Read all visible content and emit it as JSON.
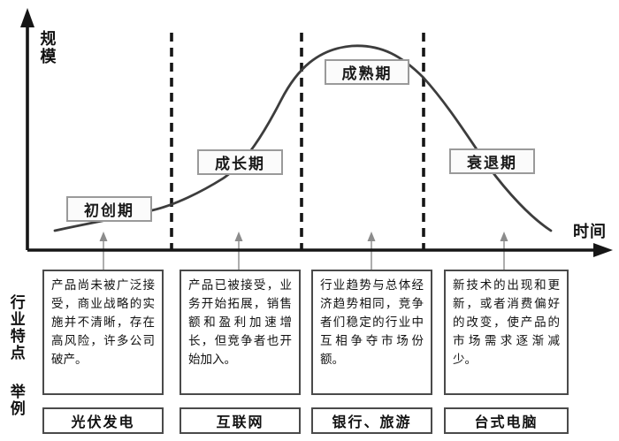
{
  "diagram": {
    "title": "industry-life-cycle-curve",
    "y_axis_label": "规模",
    "x_axis_label": "时间",
    "row_labels": {
      "features": "行业特点",
      "examples": "举例"
    },
    "stages": [
      {
        "label": "初创期",
        "feature": "产品尚未被广泛接受，商业战略的实施并不清晰，存在高风险，许多公司破产。",
        "example": "光伏发电"
      },
      {
        "label": "成长期",
        "feature": "产品已被接受，业务开始拓展，销售额和盈利加速增长，但竞争者也开始加入。",
        "example": "互联网"
      },
      {
        "label": "成熟期",
        "feature": "行业趋势与总体经济趋势相同，竞争者们稳定的行业中互相争夺市场份额。",
        "example": "银行、旅游"
      },
      {
        "label": "衰退期",
        "feature": "新技术的出现和更新，或者消费偏好的改变，使产品的市场需求逐渐减少。",
        "example": "台式电脑"
      }
    ],
    "colors": {
      "axis": "#161616",
      "divider": "#161616",
      "curve": "#3d3d3d",
      "pointer": "#8c8c8c"
    }
  }
}
